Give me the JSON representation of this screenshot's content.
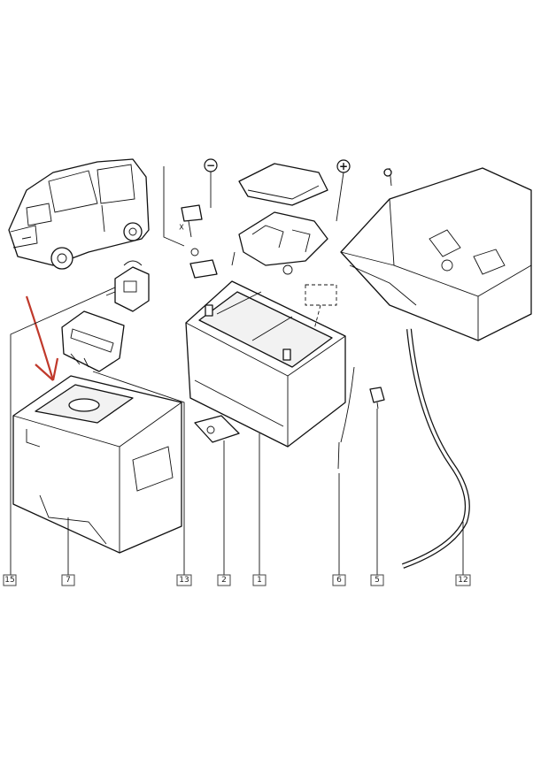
{
  "callouts": {
    "c15": "15",
    "c7": "7",
    "c13": "13",
    "c2": "2",
    "c1": "1",
    "c6": "6",
    "c5": "5",
    "c12": "12"
  },
  "terminals": {
    "negative": "−",
    "positive": "+"
  },
  "marks": {
    "x": "X"
  },
  "colors": {
    "arrow": "#c0392b",
    "line": "#111111",
    "callout_border": "#444444"
  }
}
